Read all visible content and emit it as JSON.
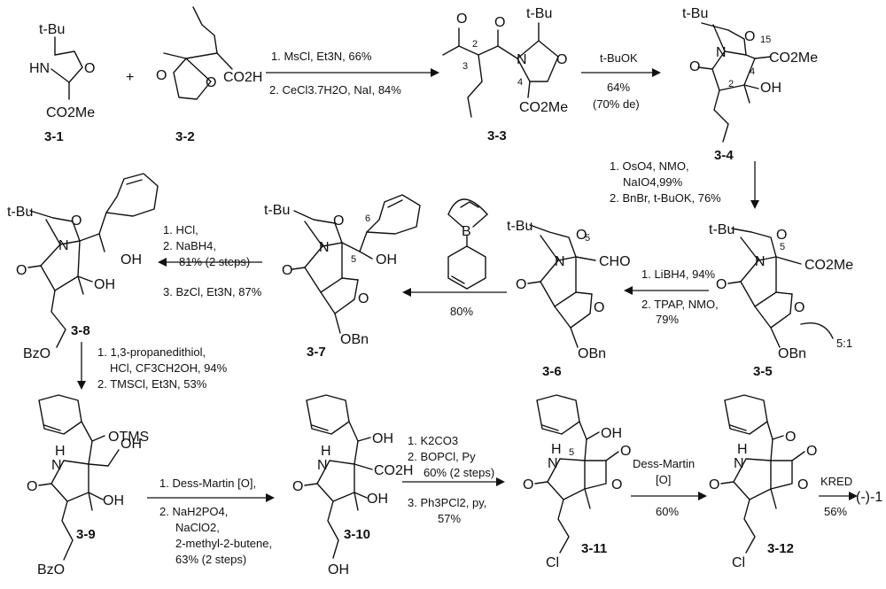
{
  "atoms": {
    "tbu": "t-Bu",
    "O": "O",
    "N": "N",
    "HN": "HN",
    "H": "H",
    "OH": "OH",
    "B": "B",
    "CO2Me": "CO2Me",
    "CO2H": "CO2H",
    "CHO": "CHO",
    "OBn": "OBn",
    "BzO": "BzO",
    "OTMS": "OTMS",
    "Cl": "Cl",
    "plus": "+"
  },
  "locants": {
    "c2": "2",
    "c3": "3",
    "c4": "4",
    "c5": "5",
    "c6": "6",
    "c15": "15"
  },
  "labels": {
    "c31": "3-1",
    "c32": "3-2",
    "c33": "3-3",
    "c34": "3-4",
    "c35": "3-5",
    "c36": "3-6",
    "c37": "3-7",
    "c38": "3-8",
    "c39": "3-9",
    "c310": "3-10",
    "c311": "3-11",
    "c312": "3-12"
  },
  "reagents": {
    "r1a": "1. MsCl, Et3N, 66%",
    "r1b": "2. CeCl3.7H2O, NaI, 84%",
    "r2a": "t-BuOK",
    "r2b": "64%",
    "r2c": "(70% de)",
    "r3a": "1. OsO4, NMO,",
    "r3b": "NaIO4,99%",
    "r3c": "2. BnBr, t-BuOK, 76%",
    "r4a": "1. LiBH4, 94%",
    "r4b": "2. TPAP, NMO,",
    "r4c": "79%",
    "r5": "80%",
    "r6a": "1. HCl,",
    "r6b": "2. NaBH4,",
    "r6c": "81% (2 steps)",
    "r6d": "3. BzCl, Et3N, 87%",
    "r7a": "1. 1,3-propanedithiol,",
    "r7b": "HCl, CF3CH2OH, 94%",
    "r7c": "2. TMSCl, Et3N, 53%",
    "r8a": "1. Dess-Martin [O],",
    "r8b": "2. NaH2PO4,",
    "r8c": "NaClO2,",
    "r8d": "2-methyl-2-butene,",
    "r8e": "63% (2 steps)",
    "r9a": "1. K2CO3",
    "r9b": "2. BOPCl, Py",
    "r9c": "60% (2 steps)",
    "r9d": "3. Ph3PCl2, py,",
    "r9e": "57%",
    "r10a": "Dess-Martin",
    "r10b": "[O]",
    "r10c": "60%",
    "r11a": "KRED",
    "r11b": "56%",
    "ratio": "5:1",
    "product": "(-)-1"
  }
}
